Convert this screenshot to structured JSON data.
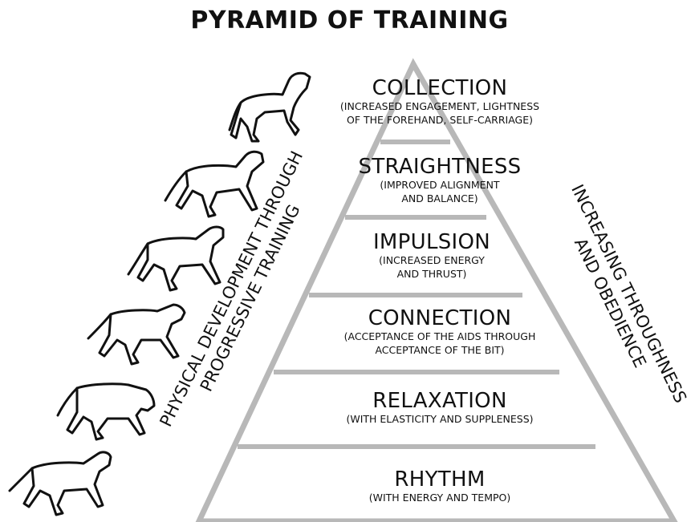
{
  "title": "PYRAMID OF TRAINING",
  "tiers": [
    {
      "name": "COLLECTION",
      "desc_1": "(INCREASED ENGAGEMENT, LIGHTNESS",
      "desc_2": "OF THE FOREHAND, SELF-CARRIAGE)"
    },
    {
      "name": "STRAIGHTNESS",
      "desc_1": "(IMPROVED ALIGNMENT",
      "desc_2": "AND BALANCE)"
    },
    {
      "name": "IMPULSION",
      "desc_1": "(INCREASED ENERGY",
      "desc_2": "AND THRUST)"
    },
    {
      "name": "CONNECTION",
      "desc_1": "(ACCEPTANCE OF THE AIDS THROUGH",
      "desc_2": "ACCEPTANCE OF THE BIT)"
    },
    {
      "name": "RELAXATION",
      "desc_1": "(WITH ELASTICITY AND SUPPLENESS)"
    },
    {
      "name": "RHYTHM",
      "desc_1": "(WITH ENERGY AND TEMPO)"
    }
  ],
  "left_caption": {
    "line_1": "PHYSICAL DEVELOPMENT THROUGH",
    "line_2": "PROGRESSIVE TRAINING"
  },
  "right_caption": {
    "line_1": "INCREASING THROUGHNESS",
    "line_2": "AND OBEDIENCE"
  },
  "colors": {
    "pyramid_stroke": "#b8b8b8",
    "text": "#111111",
    "horse_stroke": "#111111"
  }
}
